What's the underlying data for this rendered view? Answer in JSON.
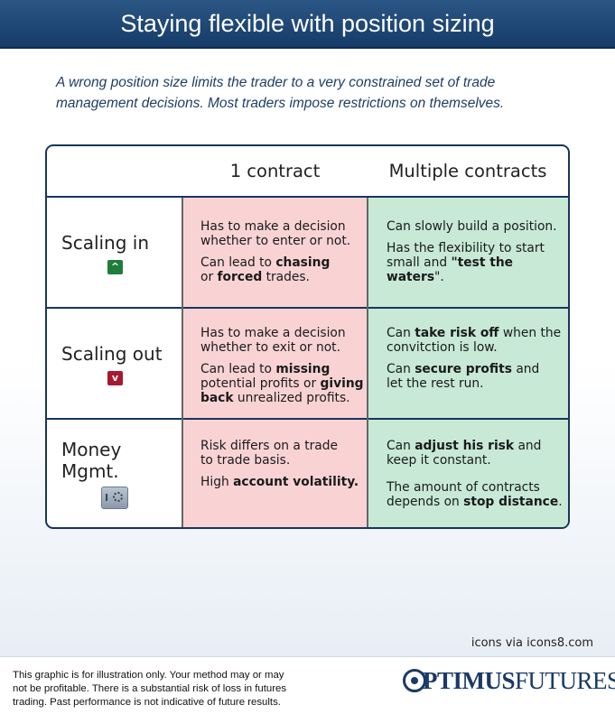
{
  "header": {
    "title": "Staying flexible with position sizing"
  },
  "intro": {
    "lines": [
      "A wrong position size limits the trader to a very constrained set of trade",
      "management decisions. Most traders impose restrictions on themselves."
    ]
  },
  "table": {
    "columns": [
      "1 contract",
      "Multiple contracts"
    ],
    "rows": [
      {
        "label": [
          "Scaling in"
        ],
        "icon": "arrow-up-icon",
        "one": {
          "p1": [
            "Has to make a decision",
            "whether to enter or not."
          ],
          "p2": {
            "a": "Can lead to ",
            "b": "chasing",
            "c": "or ",
            "d": "forced",
            "e": " trades."
          }
        },
        "multi": {
          "p1": [
            "Can slowly build a position."
          ],
          "p2": {
            "a": "Has the flexibility to start",
            "b": "small and ",
            "c": "\"test the",
            "d": "waters",
            "e": "\"."
          }
        }
      },
      {
        "label": [
          "Scaling out"
        ],
        "icon": "arrow-down-icon",
        "one": {
          "p1": [
            "Has to make a decision",
            "whether to exit or not."
          ],
          "p2": {
            "a": "Can lead to ",
            "b": "missing",
            "c": "potential profits or ",
            "d": "giving",
            "e": "back",
            "f": " unrealized profits."
          }
        },
        "multi": {
          "p1": {
            "a": "Can ",
            "b": "take risk off",
            "c": " when the",
            "d": "convitction is low."
          },
          "p2": {
            "a": "Can ",
            "b": "secure profits",
            "c": " and",
            "d": "let the rest run."
          }
        }
      },
      {
        "label": [
          "Money",
          "Mgmt."
        ],
        "icon": "safe-icon",
        "one": {
          "p1": [
            "Risk differs on a trade",
            "to trade basis."
          ],
          "p2": {
            "a": "High ",
            "b": "account volatility."
          }
        },
        "multi": {
          "p1": {
            "a": "Can ",
            "b": "adjust his risk",
            "c": " and",
            "d": "keep it constant."
          },
          "p2": {
            "a": "The amount of contracts",
            "b": "depends on ",
            "c": "stop distance",
            "d": "."
          }
        }
      }
    ]
  },
  "credit": "icons via icons8.com",
  "footer": {
    "disclaimer": [
      "This graphic is for illustration only.  Your method may or may",
      "not be profitable. There is a substantial risk of loss in futures",
      "trading. Past performance is not indicative of future results."
    ],
    "brand_bold": "PTIMUS",
    "brand_light": "FUTURES"
  },
  "colors": {
    "banner": "#1f4775",
    "red_cell": "#f9d3d4",
    "green_cell": "#c7e9d6",
    "border": "#17365d"
  }
}
